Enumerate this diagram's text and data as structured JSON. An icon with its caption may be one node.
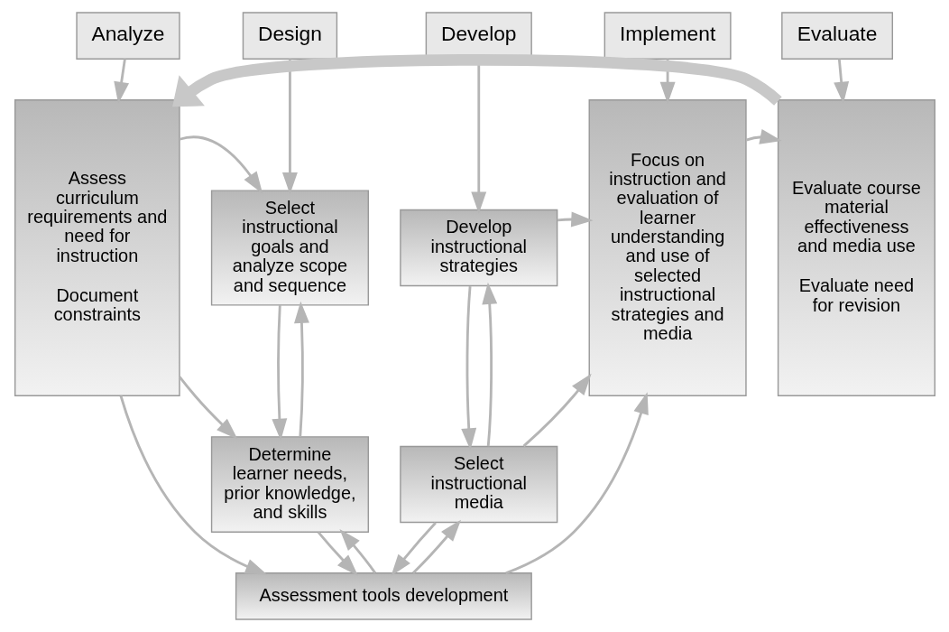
{
  "diagram": {
    "nodes": [
      {
        "text": [
          "Analyze"
        ]
      },
      {
        "text": [
          "Design"
        ]
      },
      {
        "text": [
          "Develop"
        ]
      },
      {
        "text": [
          "Implement"
        ]
      },
      {
        "text": [
          "Evaluate"
        ]
      },
      {
        "text": [
          "Assess curriculum requirements and need for instruction",
          "Document constraints"
        ]
      },
      {
        "text": [
          "Select instructional goals and analyze scope and sequence"
        ]
      },
      {
        "text": [
          "Develop instructional strategies"
        ]
      },
      {
        "text": [
          "Determine learner needs, prior knowledge, and skills"
        ]
      },
      {
        "text": [
          "Select instructional media"
        ]
      },
      {
        "text": [
          "Assessment tools development"
        ]
      },
      {
        "text": [
          "Focus on instruction and evaluation of learner understanding and use of selected instructional strategies and media"
        ]
      },
      {
        "text": [
          "Evaluate course material effectiveness and media use",
          "Evaluate need for revision"
        ]
      }
    ],
    "edges": [
      {
        "from": 0,
        "to": 5,
        "arrow": "to"
      },
      {
        "from": 1,
        "to": 6,
        "arrow": "to"
      },
      {
        "from": 2,
        "to": 7,
        "arrow": "to"
      },
      {
        "from": 3,
        "to": 11,
        "arrow": "to"
      },
      {
        "from": 4,
        "to": 12,
        "arrow": "to"
      },
      {
        "from": 5,
        "to": 6,
        "arrow": "to"
      },
      {
        "from": 5,
        "to": 8,
        "arrow": "to"
      },
      {
        "from": 5,
        "to": 10,
        "arrow": "to"
      },
      {
        "from": 6,
        "to": 8,
        "arrow": "to"
      },
      {
        "from": 8,
        "to": 6,
        "arrow": "to"
      },
      {
        "from": 7,
        "to": 9,
        "arrow": "to"
      },
      {
        "from": 9,
        "to": 7,
        "arrow": "to"
      },
      {
        "from": 8,
        "to": 10,
        "arrow": "to"
      },
      {
        "from": 10,
        "to": 8,
        "arrow": "to"
      },
      {
        "from": 9,
        "to": 10,
        "arrow": "to"
      },
      {
        "from": 10,
        "to": 9,
        "arrow": "to"
      },
      {
        "from": 7,
        "to": 11,
        "arrow": "to"
      },
      {
        "from": 9,
        "to": 11,
        "arrow": "to"
      },
      {
        "from": 10,
        "to": 11,
        "arrow": "to"
      },
      {
        "from": 11,
        "to": 12,
        "arrow": "to"
      },
      {
        "from": 12,
        "to": 5,
        "arrow": "to",
        "style": "thick"
      }
    ]
  }
}
